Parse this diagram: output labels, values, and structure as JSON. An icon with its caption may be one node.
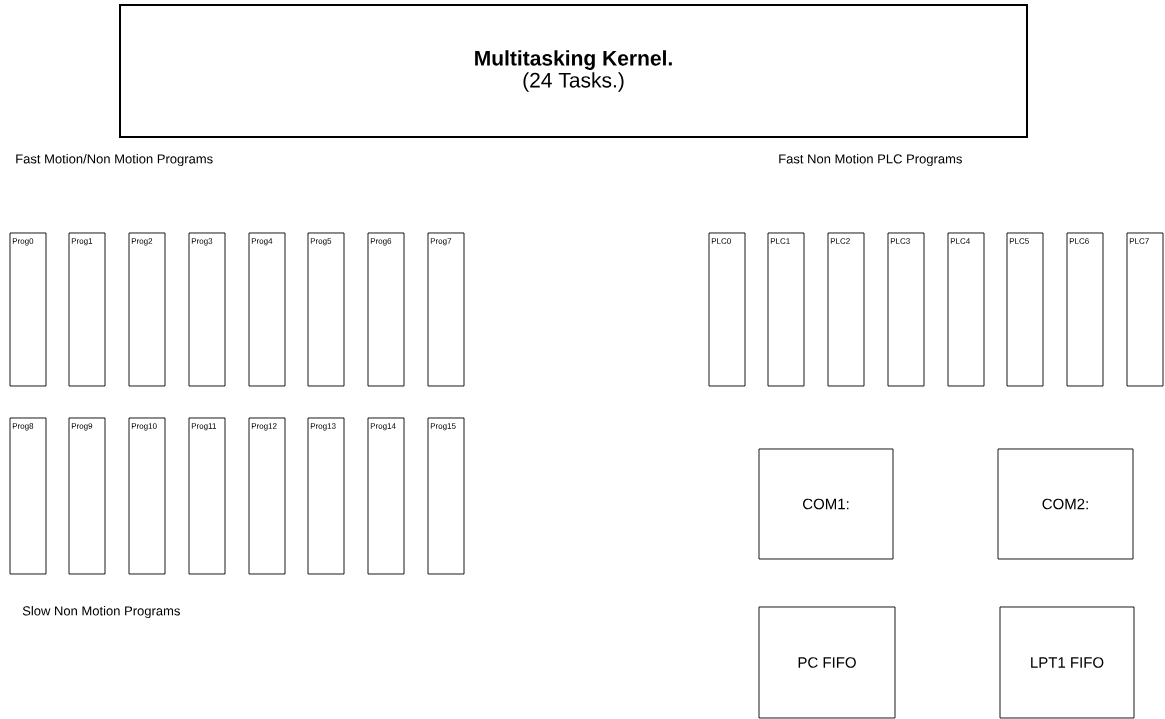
{
  "diagram": {
    "nodes": [
      {
        "text": [
          "Multitasking Kernel.",
          "(24 Tasks.)"
        ]
      },
      {
        "text": [
          "Prog0"
        ]
      },
      {
        "text": [
          "Prog1"
        ]
      },
      {
        "text": [
          "Prog2"
        ]
      },
      {
        "text": [
          "Prog3"
        ]
      },
      {
        "text": [
          "Prog4"
        ]
      },
      {
        "text": [
          "Prog5"
        ]
      },
      {
        "text": [
          "Prog6"
        ]
      },
      {
        "text": [
          "Prog7"
        ]
      },
      {
        "text": [
          "PLC0"
        ]
      },
      {
        "text": [
          "PLC1"
        ]
      },
      {
        "text": [
          "PLC2"
        ]
      },
      {
        "text": [
          "PLC3"
        ]
      },
      {
        "text": [
          "PLC4"
        ]
      },
      {
        "text": [
          "PLC5"
        ]
      },
      {
        "text": [
          "PLC6"
        ]
      },
      {
        "text": [
          "PLC7"
        ]
      },
      {
        "text": [
          "Prog8"
        ]
      },
      {
        "text": [
          "Prog9"
        ]
      },
      {
        "text": [
          "Prog10"
        ]
      },
      {
        "text": [
          "Prog11"
        ]
      },
      {
        "text": [
          "Prog12"
        ]
      },
      {
        "text": [
          "Prog13"
        ]
      },
      {
        "text": [
          "Prog14"
        ]
      },
      {
        "text": [
          "Prog15"
        ]
      },
      {
        "text": [
          "COM1:"
        ]
      },
      {
        "text": [
          "COM2:"
        ]
      },
      {
        "text": [
          "PC FIFO"
        ]
      },
      {
        "text": [
          "LPT1 FIFO"
        ]
      }
    ],
    "labels": [
      "Fast Motion/Non Motion Programs",
      "Fast Non Motion PLC Programs",
      "Slow Non Motion Programs"
    ]
  }
}
